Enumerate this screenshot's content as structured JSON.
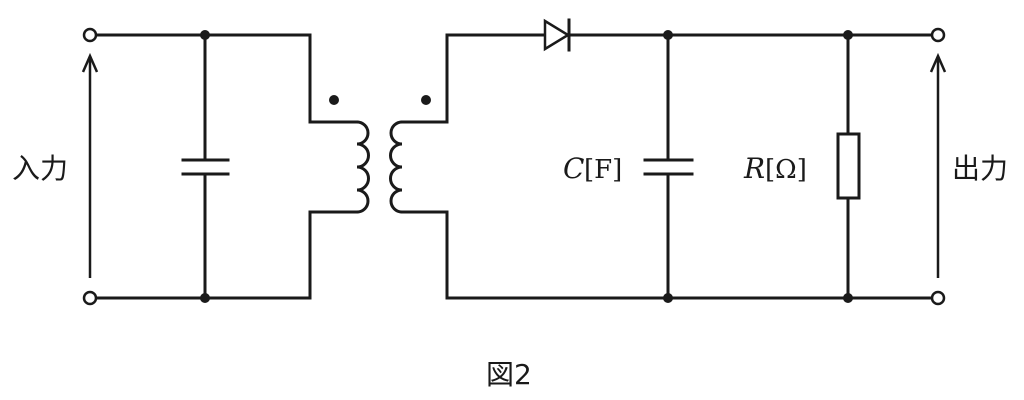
{
  "labels": {
    "input": "入力",
    "output": "出力",
    "capacitor_symbol": "C",
    "capacitor_unit": "[F]",
    "resistor_symbol": "R",
    "resistor_unit": "[Ω]",
    "caption": "図2"
  },
  "components": {
    "input_capacitor": "capacitor",
    "transformer": "transformer with polarity dots",
    "diode": "diode",
    "output_capacitor": "capacitor",
    "load_resistor": "resistor"
  },
  "colors": {
    "line": "#1a1a1a",
    "background": "#ffffff"
  }
}
